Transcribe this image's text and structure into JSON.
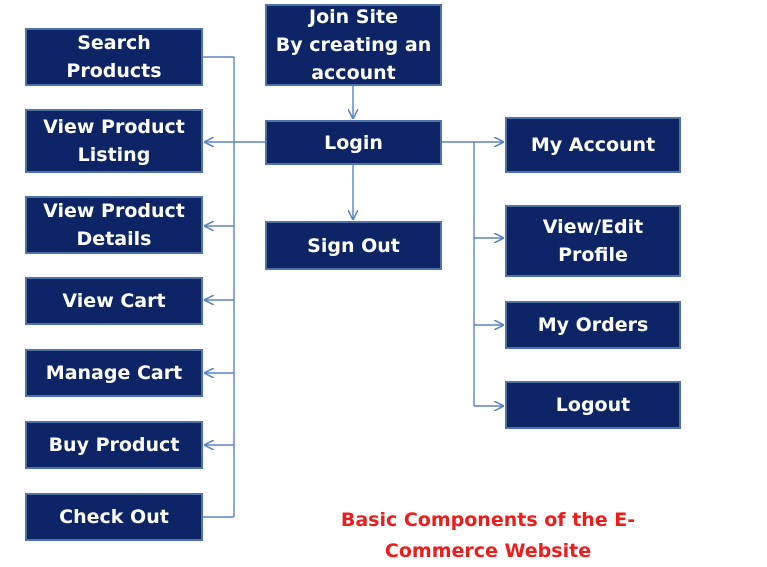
{
  "colors": {
    "node_fill": "#0d2566",
    "node_border": "#4f72a8",
    "node_text": "#ffffff",
    "connector": "#5b84c4",
    "caption": "#ef1c1c"
  },
  "nodes": {
    "join_site": "Join Site\nBy creating an\naccount",
    "login": "Login",
    "sign_out": "Sign Out",
    "search_products": "Search\nProducts",
    "view_product_listing": "View Product\nListing",
    "view_product_details": "View Product\nDetails",
    "view_cart": "View Cart",
    "manage_cart": "Manage Cart",
    "buy_product": "Buy Product",
    "check_out": "Check Out",
    "my_account": "My Account",
    "view_edit_profile": "View/Edit\nProfile",
    "my_orders": "My Orders",
    "logout": "Logout"
  },
  "caption": "Basic Components of the E-\nCommerce Website"
}
